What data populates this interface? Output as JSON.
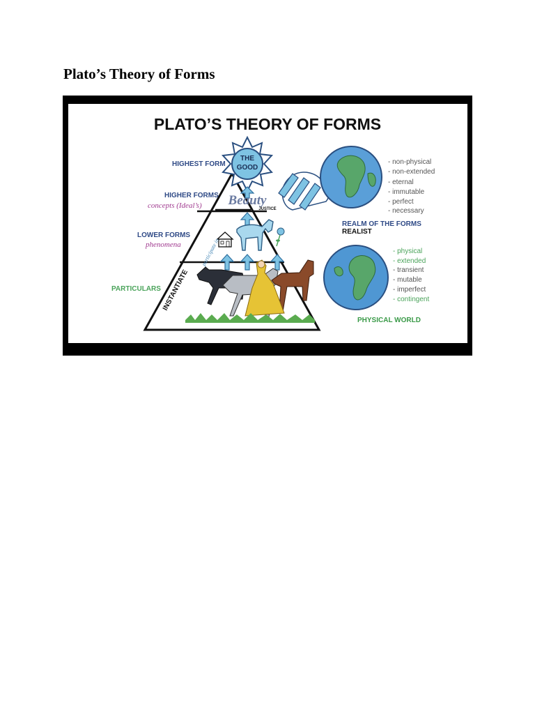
{
  "document": {
    "heading": "Plato’s Theory of Forms"
  },
  "figure": {
    "title": "PLATO’S THEORY OF FORMS",
    "sun_label_line1": "THE",
    "sun_label_line2": "GOOD",
    "beauty_label": "Beauty",
    "justice_label": "JUSTICE",
    "participate_label": "participate in",
    "instantiate_label": "INSTANTIATE",
    "levels": {
      "highest_form": "HIGHEST FORM",
      "higher_forms": "HIGHER FORMS",
      "higher_forms_note": "concepts (Ideal’s)",
      "lower_forms": "LOWER FORMS",
      "lower_forms_note": "phenomena",
      "particulars": "PARTICULARS"
    },
    "realm": {
      "properties": [
        "- non-physical",
        "- non-extended",
        "- eternal",
        "- immutable",
        "- perfect",
        "- necessary"
      ],
      "label_line1": "REALM OF THE FORMS",
      "label_line2": "REALIST"
    },
    "physical": {
      "properties": [
        "- physical",
        "- extended",
        "- transient",
        "- mutable",
        "- imperfect",
        "- contingent"
      ],
      "label": "PHYSICAL WORLD"
    },
    "colors": {
      "title": "#111111",
      "level_labels": "#2f4a86",
      "level_notes": "#a03a8f",
      "particulars": "#4aa35a",
      "property_grey": "#555555",
      "property_green": "#4aa35a",
      "physical_label": "#3a9a48",
      "sky_blue": "#7ec3e3",
      "ocean_blue": "#4f97d3",
      "land_green": "#58a66a"
    }
  }
}
